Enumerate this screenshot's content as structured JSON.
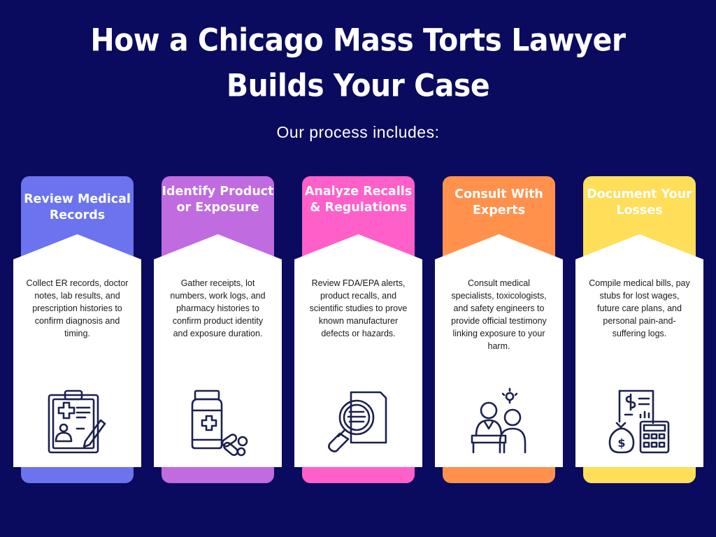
{
  "header": {
    "title_line1": "How a Chicago Mass Torts Lawyer",
    "title_line2": "Builds Your Case",
    "subtitle": "Our process includes:"
  },
  "steps": [
    {
      "title": "Review Medical Records",
      "description": "Collect ER records, doctor notes, lab results, and prescription histories to confirm diagnosis and timing.",
      "color": "#6b73ee",
      "icon": "medical-record-icon"
    },
    {
      "title": "Identify Product or Exposure",
      "description": "Gather receipts, lot numbers, work logs, and pharmacy histories to confirm product identity and exposure duration.",
      "color": "#c06be0",
      "icon": "medicine-bottle-icon"
    },
    {
      "title": "Analyze Recalls & Regulations",
      "description": "Review FDA/EPA alerts, product recalls, and scientific studies to prove known manufacturer defects or hazards.",
      "color": "#ff5fc9",
      "icon": "magnifier-document-icon"
    },
    {
      "title": "Consult With Experts",
      "description": "Consult medical specialists, toxicologists, and safety engineers to provide official testimony linking exposure to your harm.",
      "color": "#ff914d",
      "icon": "experts-icon"
    },
    {
      "title": "Document Your Losses",
      "description": "Compile medical bills, pay stubs for lost wages, future care plans, and personal pain-and-suffering logs.",
      "color": "#ffde59",
      "icon": "financial-losses-icon"
    }
  ]
}
